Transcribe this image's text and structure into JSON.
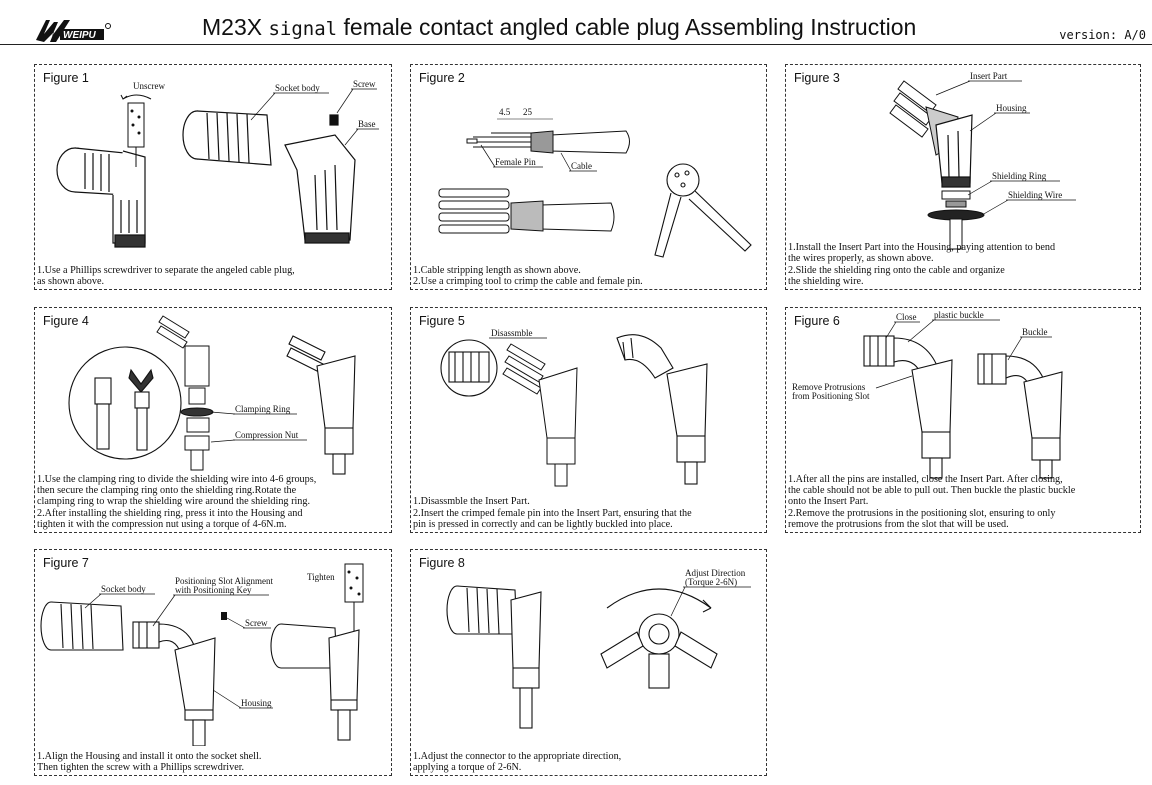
{
  "header": {
    "title_a": "M23X ",
    "title_mono": "signal",
    "title_b": " female contact angled cable plug Assembling Instruction",
    "version": "version: A/0",
    "logo_text": "WEIPU"
  },
  "figures": [
    {
      "label": "Figure 1",
      "annotations": [
        "Unscrew",
        "Socket body",
        "Screw",
        "Base"
      ],
      "caption": [
        "1.Use a Phillips screwdriver to separate the angeled cable plug,",
        "as shown above."
      ]
    },
    {
      "label": "Figure 2",
      "annotations": [
        "4.5",
        "25",
        "Female Pin",
        "Cable"
      ],
      "caption": [
        "1.Cable stripping length as shown above.",
        "2.Use a crimping tool to crimp the cable and female pin."
      ]
    },
    {
      "label": "Figure 3",
      "annotations": [
        "Insert Part",
        "Housing",
        "Shielding Ring",
        "Shielding Wire"
      ],
      "caption": [
        "1.Install the Insert Part into the Housing, paying attention to bend",
        "the wires properly, as shown above.",
        "2.Slide the shielding ring onto the cable and organize",
        "the shielding wire."
      ]
    },
    {
      "label": "Figure 4",
      "annotations": [
        "Clamping Ring",
        "Compression Nut"
      ],
      "caption": [
        "1.Use the clamping ring to divide the shielding wire into 4-6 groups,",
        "then secure the clamping ring onto the shielding ring.Rotate the",
        "clamping ring to wrap the shielding wire around the shielding ring.",
        "2.After installing the shielding ring, press it into the Housing and",
        "tighten it with the compression nut using a torque of 4-6N.m."
      ]
    },
    {
      "label": "Figure 5",
      "annotations": [
        "Disassmble"
      ],
      "caption": [
        "1.Disassmble the Insert Part.",
        "2.Insert the crimped female pin into the Insert Part, ensuring that the",
        "pin is pressed in correctly and can be lightly buckled into place."
      ]
    },
    {
      "label": "Figure 6",
      "annotations": [
        "Close",
        "plastic buckle",
        "Buckle",
        "Remove Protrusions",
        "from Positioning Slot"
      ],
      "caption": [
        "1.After all the pins are installed, close the Insert Part. After closing,",
        "the cable should not be able to pull out. Then buckle the plastic buckle",
        "onto the Insert Part.",
        "2.Remove the protrusions in the positioning slot, ensuring to only",
        "remove the protrusions from the slot that will be used."
      ]
    },
    {
      "label": "Figure 7",
      "annotations": [
        "Socket body",
        "Positioning Slot Alignment",
        "with Positioning Key",
        "Tighten",
        "Screw",
        "Housing"
      ],
      "caption": [
        "1.Align the Housing and install it onto the socket shell.",
        "Then tighten the screw with a Phillips screwdriver."
      ]
    },
    {
      "label": "Figure 8",
      "annotations": [
        "Adjust Direction",
        "(Torque 2-6N)"
      ],
      "caption": [
        "1.Adjust the connector to the appropriate direction,",
        "applying a torque of 2-6N."
      ]
    }
  ]
}
